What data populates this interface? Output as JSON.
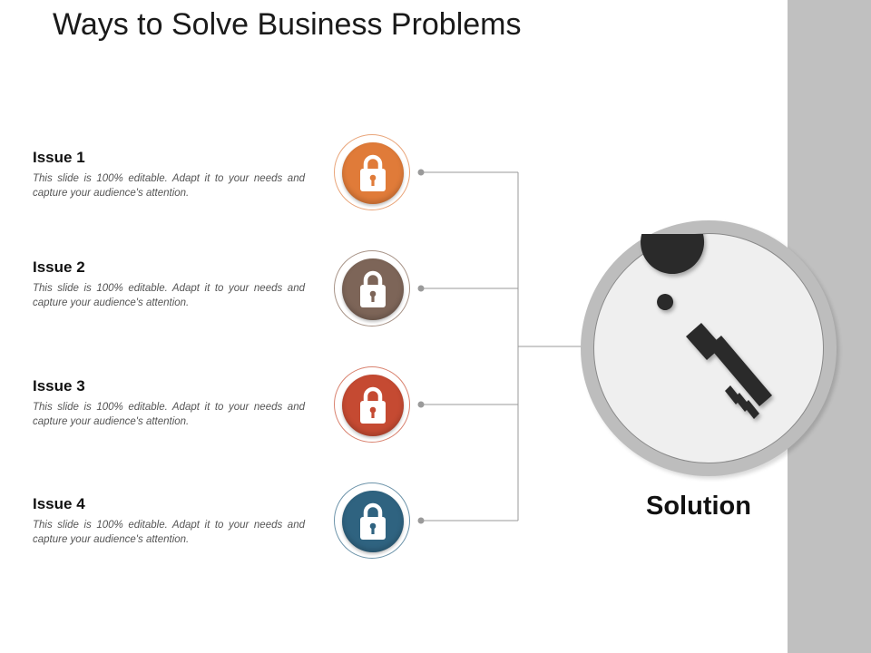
{
  "title": "Ways to Solve Business Problems",
  "issues": [
    {
      "heading": "Issue 1",
      "description": "This slide is 100% editable. Adapt it to your needs and capture your audience's attention.",
      "color": "#e07b39",
      "ring_color": "#e9a57a"
    },
    {
      "heading": "Issue 2",
      "description": "This slide is 100% editable. Adapt it to your needs and capture your audience's attention.",
      "color": "#7d6558",
      "ring_color": "#a89488"
    },
    {
      "heading": "Issue 3",
      "description": "This slide is 100% editable. Adapt it to your needs and capture your audience's attention.",
      "color": "#c54a32",
      "ring_color": "#d9826f"
    },
    {
      "heading": "Issue 4",
      "description": "This slide is 100% editable. Adapt it to your needs and capture your audience's attention.",
      "color": "#2f6380",
      "ring_color": "#6d94aa"
    }
  ],
  "solution": {
    "label": "Solution",
    "icon": "key-icon"
  },
  "icons": {
    "issue": "padlock-icon"
  }
}
